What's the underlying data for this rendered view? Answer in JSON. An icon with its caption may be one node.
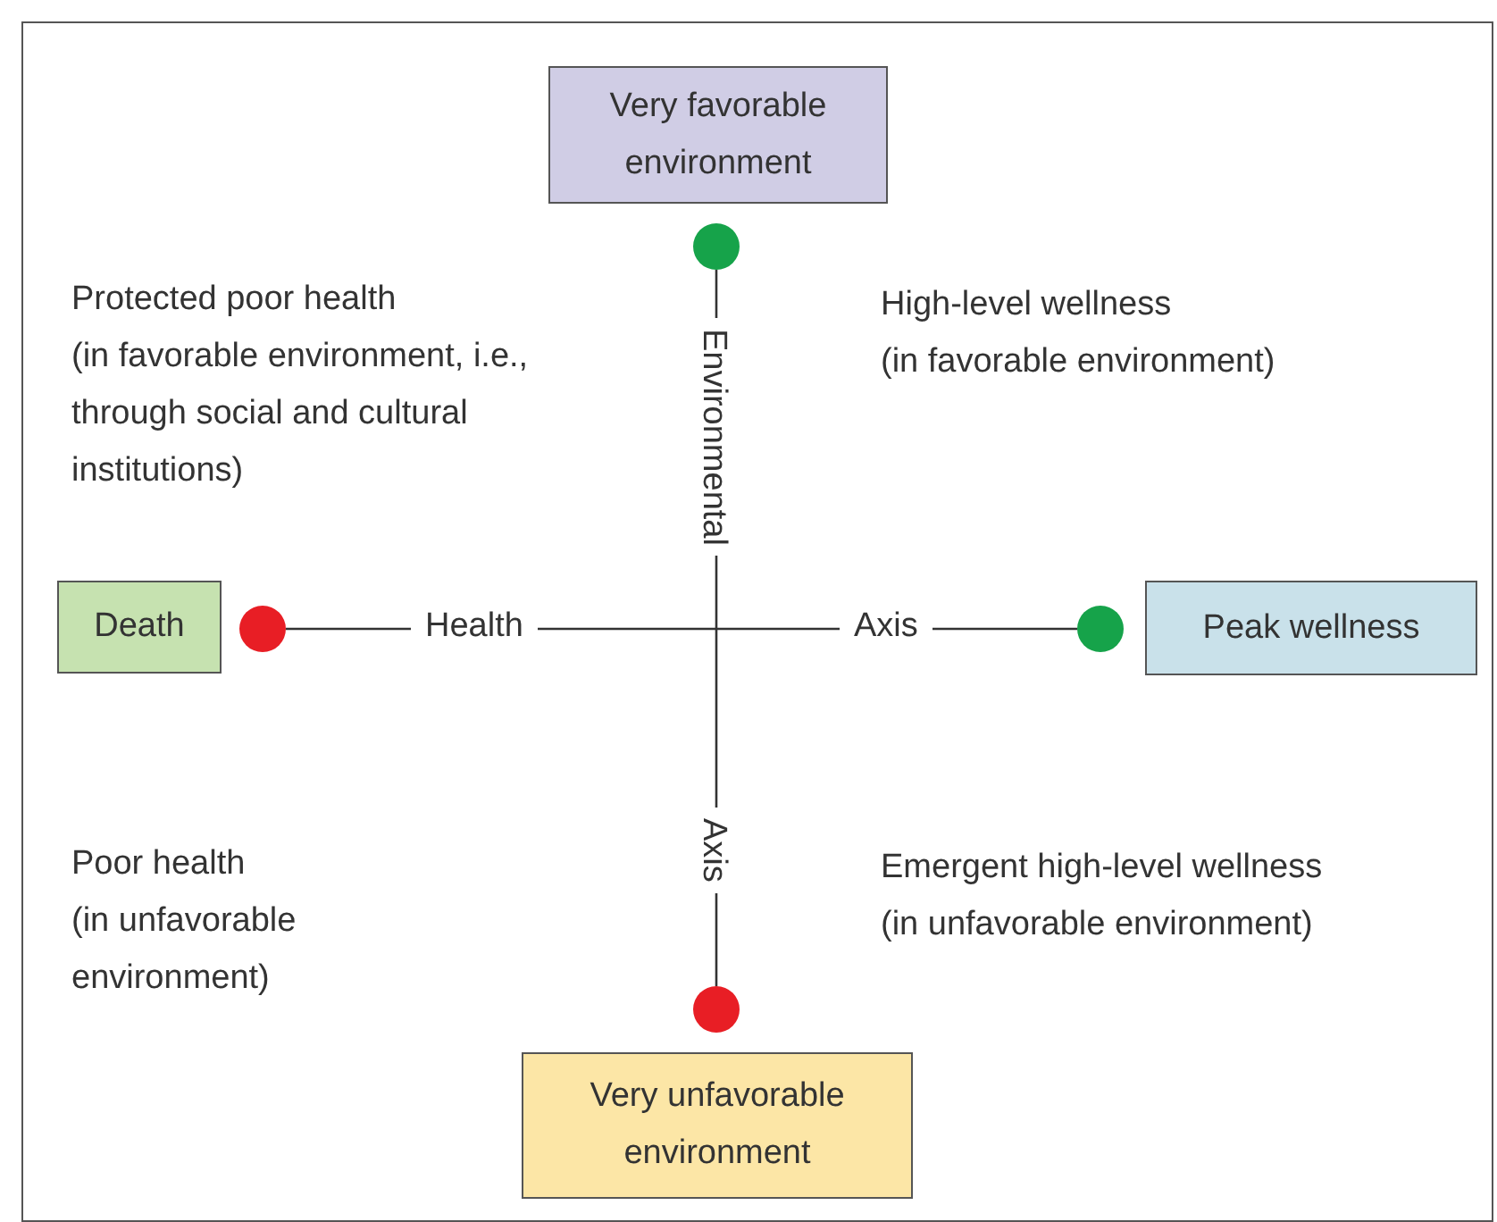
{
  "diagram": {
    "nodes": [
      {
        "text": [
          "Very favorable environment"
        ]
      },
      {
        "text": [
          "Death"
        ]
      },
      {
        "text": [
          "Peak wellness"
        ]
      },
      {
        "text": [
          "Very unfavorable environment"
        ]
      },
      {
        "text": [],
        "shape": "circle"
      },
      {
        "text": [],
        "shape": "circle"
      },
      {
        "text": [],
        "shape": "circle"
      },
      {
        "text": [],
        "shape": "circle"
      }
    ],
    "edges": [
      {
        "from": 5,
        "to": 6,
        "arrow": "none"
      },
      {
        "from": 4,
        "to": 7,
        "arrow": "none"
      }
    ],
    "labels": [
      "Protected poor health",
      "(in favorable environment, i.e., through social and cultural institutions)",
      "High-level wellness",
      "(in favorable environment)",
      "Environmental",
      "Health",
      "Axis",
      "Axis",
      "Poor health",
      "(in unfavorable environment)",
      "Emergent high-level wellness",
      "(in unfavorable environment)"
    ]
  }
}
